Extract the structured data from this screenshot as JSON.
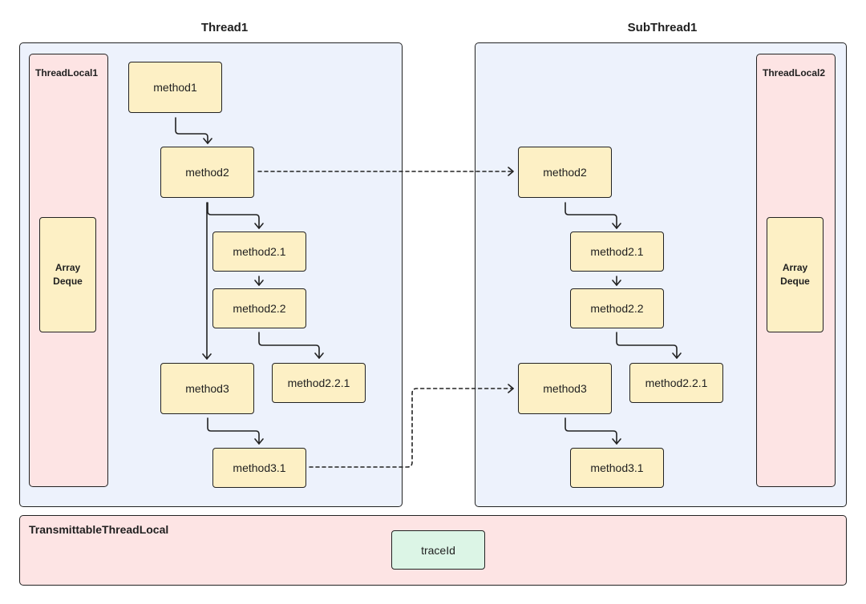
{
  "thread_main": {
    "title": "Thread1",
    "threadlocal_label": "ThreadLocal1",
    "deque_label": [
      "Array",
      "Deque"
    ],
    "methods": {
      "m1": "method1",
      "m2": "method2",
      "m21": "method2.1",
      "m22": "method2.2",
      "m221": "method2.2.1",
      "m3": "method3",
      "m31": "method3.1"
    }
  },
  "thread_sub": {
    "title": "SubThread1",
    "threadlocal_label": "ThreadLocal2",
    "deque_label": [
      "Array",
      "Deque"
    ],
    "methods": {
      "m2": "method2",
      "m21": "method2.1",
      "m22": "method2.2",
      "m221": "method2.2.1",
      "m3": "method3",
      "m31": "method3.1"
    }
  },
  "transmittable": {
    "label": "TransmittableThreadLocal",
    "value_label": "traceId"
  },
  "colors": {
    "thread_panel": "#edf2fc",
    "threadlocal": "#fde4e4",
    "method_box": "#fdf0c5",
    "trace_box": "#dcf5e6",
    "stroke": "#222222"
  }
}
